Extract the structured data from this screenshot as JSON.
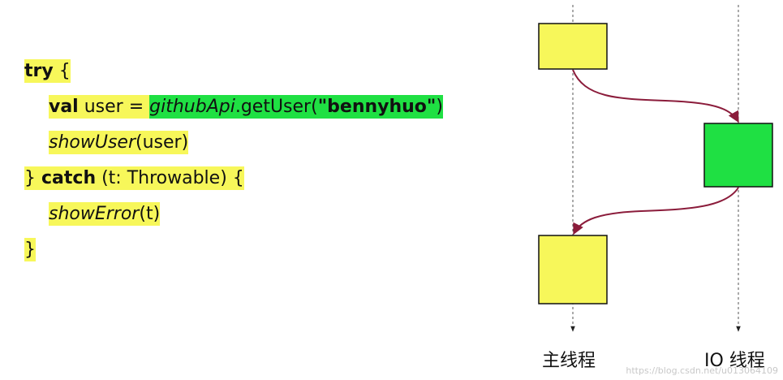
{
  "code": {
    "line1": {
      "kw": "try",
      "rest": " {"
    },
    "line2": {
      "kw": "val",
      "var": " user = ",
      "api": "githubApi",
      "call": ".getUser(",
      "str": "\"bennyhuo\"",
      "close": ")"
    },
    "line3": {
      "fn": "showUser",
      "args": "(user)"
    },
    "line4": {
      "open": "} ",
      "kw": "catch",
      "rest": " (t: Throwable) {"
    },
    "line5": {
      "fn": "showError",
      "args": "(t)"
    },
    "line6": {
      "close": "}"
    }
  },
  "diagram": {
    "main_thread_label": "主线程",
    "io_thread_label": "IO 线程",
    "colors": {
      "main_block": "#f7f75a",
      "io_block": "#1fe043",
      "arrow": "#8b1c3b"
    }
  },
  "watermark": "https://blog.csdn.net/u013064109"
}
